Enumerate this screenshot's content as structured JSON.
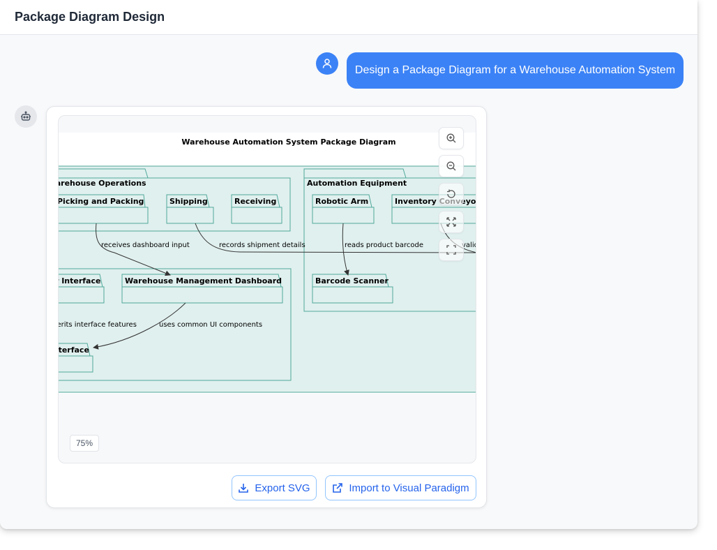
{
  "header": {
    "title": "Package Diagram Design"
  },
  "chat": {
    "user_message": "Design a Package Diagram for a Warehouse Automation System",
    "user_avatar_icon": "user-icon",
    "bot_avatar_icon": "robot-icon"
  },
  "diagram": {
    "title": "Warehouse Automation System Package Diagram",
    "packages": {
      "warehouse_operations": "Warehouse Operations",
      "picking_packing": "Picking and Packing",
      "shipping": "Shipping",
      "receiving": "Receiving",
      "automation_equipment": "Automation Equipment",
      "robotic_arm": "Robotic Arm",
      "inventory_conveyor": "Inventory Conveyor",
      "barcode_scanner": "Barcode Scanner",
      "user_interface": "User Interface",
      "wms_dashboard": "Warehouse Management Dashboard",
      "base_interface": "Base Interface"
    },
    "relations": {
      "receives_dashboard_input": "receives dashboard input",
      "records_shipment_details": "records shipment details",
      "reads_product_barcode": "reads product barcode",
      "validates": "validates",
      "inherits_interface_features": "inherits interface features",
      "uses_common_ui_components": "uses common UI components"
    },
    "colors": {
      "package_fill": "#e0f0ee",
      "package_stroke": "#4fa89a"
    }
  },
  "viewer": {
    "zoom_level": "75%",
    "controls": {
      "zoom_in_icon": "zoom-in-icon",
      "zoom_out_icon": "zoom-out-icon",
      "reset_icon": "reset-icon",
      "fit_icon": "fit-screen-icon",
      "fullscreen_icon": "fullscreen-icon"
    }
  },
  "actions": {
    "export_svg_label": "Export SVG",
    "import_vp_label": "Import to Visual Paradigm"
  },
  "colors": {
    "accent": "#3b82f6",
    "button_text": "#2563eb"
  }
}
